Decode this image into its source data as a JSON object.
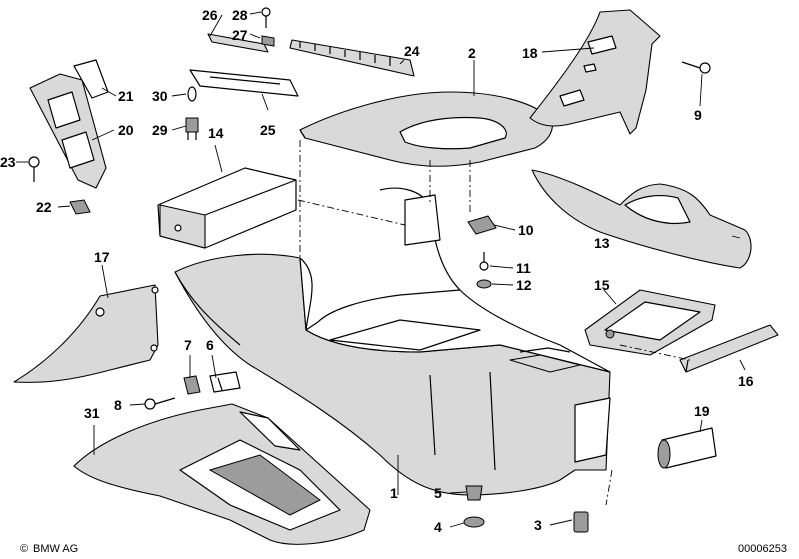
{
  "diagram": {
    "callouts": [
      "1",
      "2",
      "3",
      "4",
      "5",
      "6",
      "7",
      "8",
      "9",
      "10",
      "11",
      "12",
      "13",
      "14",
      "15",
      "16",
      "17",
      "18",
      "19",
      "20",
      "21",
      "22",
      "23",
      "24",
      "25",
      "26",
      "27",
      "28",
      "29",
      "30",
      "31"
    ],
    "brand": "BMW AG",
    "image_number": "00006253",
    "colors": {
      "line": "#000000",
      "shade": "#d9d9d9",
      "dark": "#9c9c9c",
      "background": "#ffffff"
    }
  }
}
